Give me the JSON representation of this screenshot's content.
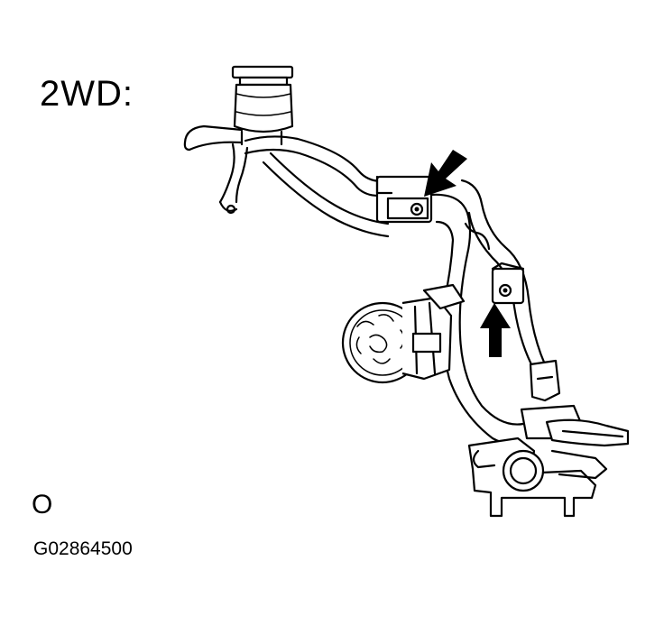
{
  "diagram": {
    "title": "2WD:",
    "corner_mark": "O",
    "figure_code": "G02864500"
  },
  "icons": {
    "arrow_upper": "arrow-down-left-icon",
    "arrow_lower": "arrow-up-icon"
  }
}
